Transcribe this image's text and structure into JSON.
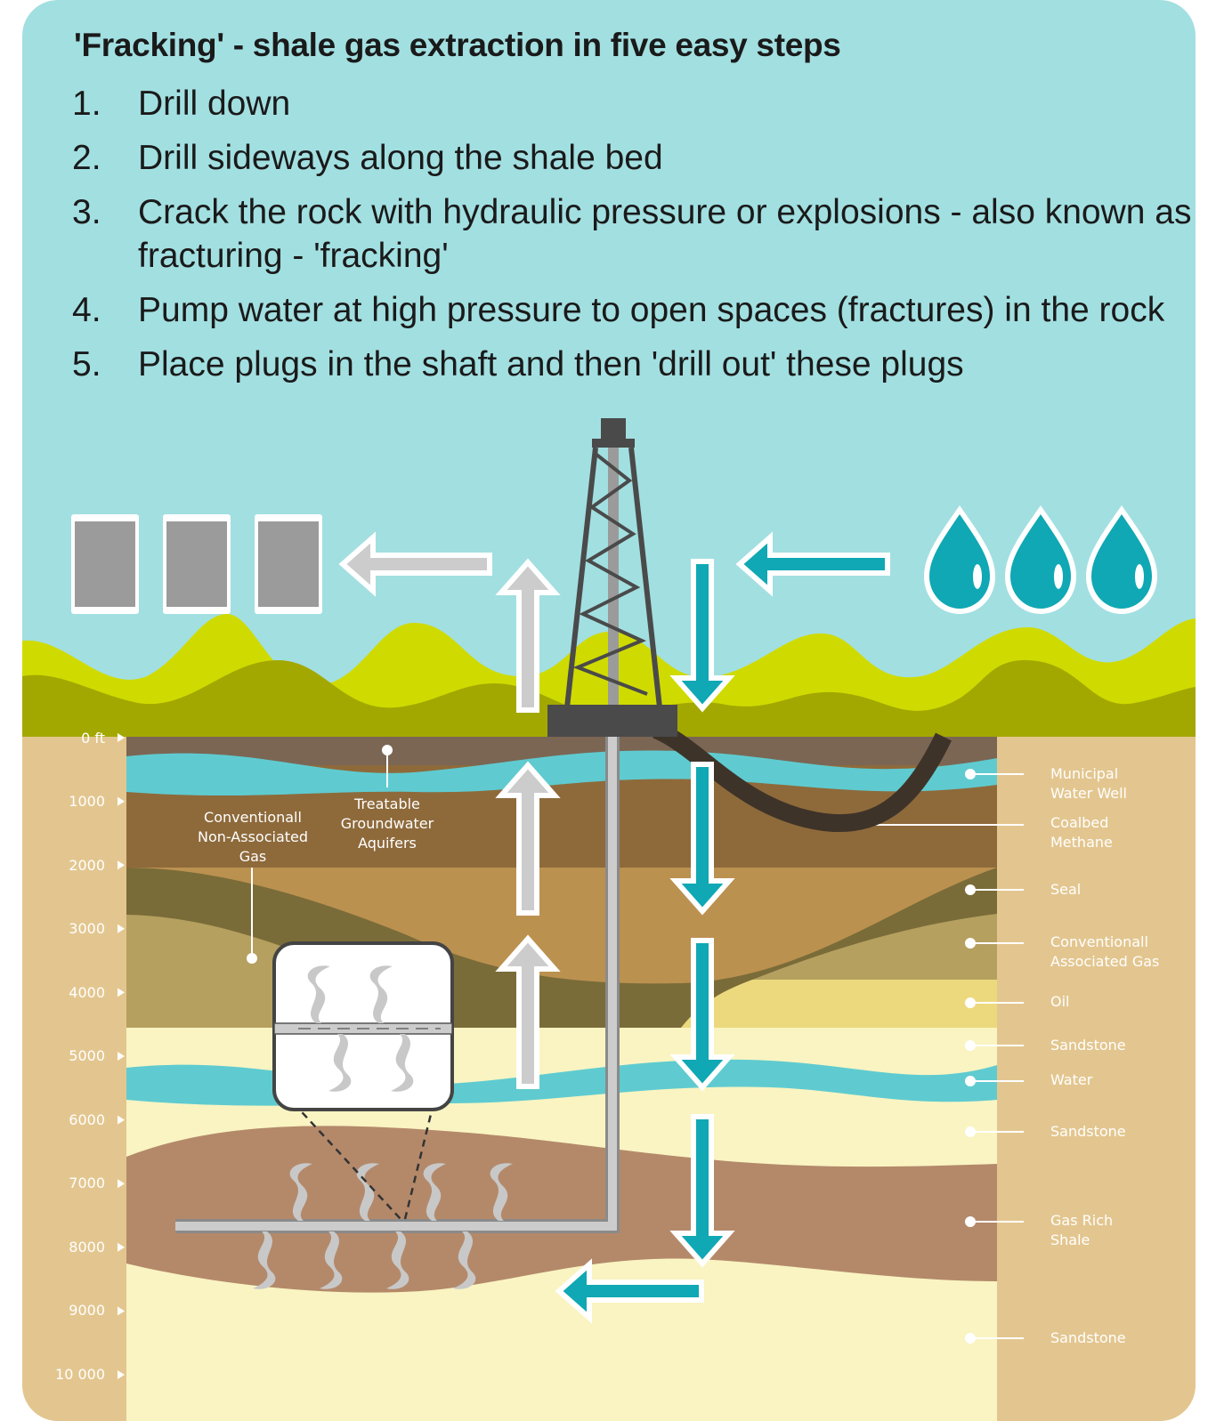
{
  "title": "'Fracking' - shale gas extraction in five easy steps",
  "steps": [
    {
      "num": "1.",
      "text": "Drill down"
    },
    {
      "num": "2.",
      "text": "Drill sideways along the shale bed"
    },
    {
      "num": "3.",
      "text": "Crack the rock with hydraulic pressure or explosions - also known as fracturing - 'fracking'"
    },
    {
      "num": "4.",
      "text": "Pump water at high pressure to open spaces (fractures) in the rock"
    },
    {
      "num": "5.",
      "text": "Place plugs in the shaft and then 'drill out' these plugs"
    }
  ],
  "depth_scale": [
    "0 ft",
    "1000",
    "2000",
    "3000",
    "4000",
    "5000",
    "6000",
    "7000",
    "8000",
    "9000",
    "10 000"
  ],
  "layer_labels": [
    "Municipal\nWater Well",
    "Coalbed\nMethane",
    "Seal",
    "Conventionall\nAssociated Gas",
    "Oil",
    "Sandstone",
    "Water",
    "Sandstone",
    "Gas Rich\nShale",
    "Sandstone"
  ],
  "callouts": {
    "aquifers": "Treatable\nGroundwater\nAquifers",
    "non_associated_gas": "Conventionall\nNon-Associated\nGas"
  },
  "colors": {
    "sky": "#a2dfe1",
    "water": "#5fcbd0",
    "teal_arrow": "#0fa8b4",
    "hill_light": "#cfdb00",
    "hill_dark": "#a3a800",
    "side_panel": "#e3c68f",
    "topsoil": "#7b6654",
    "brown_layer": "#8e6a3b",
    "tan_layer": "#bb9150",
    "olive_layer": "#7a6c38",
    "assoc_gas": "#b5a060",
    "oil": "#ecd97e",
    "sandstone": "#f9f4c2",
    "shale": "#b4896a",
    "pipe": "#cccccc",
    "derrick": "#4a4a4a",
    "barrel": "#9b9b9b"
  },
  "icons": [
    "barrel-icon",
    "water-drop-icon",
    "derrick-icon",
    "grey-arrow-icon",
    "teal-arrow-icon",
    "gas-wisp-icon",
    "magnifier-inset-icon"
  ]
}
